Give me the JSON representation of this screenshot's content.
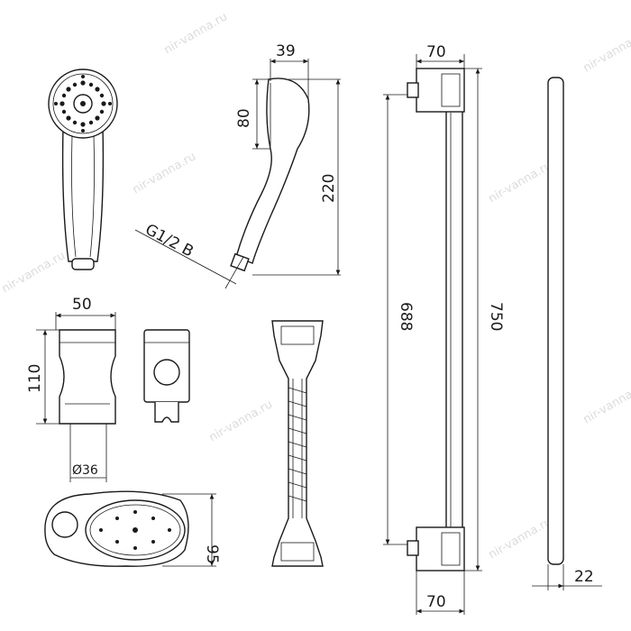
{
  "watermark": "nir-vanna.ru",
  "hand_shower": {
    "width_label": "39",
    "head_label": "80",
    "length_label": "220",
    "thread_label": "G1/2 B"
  },
  "rail": {
    "top_width_label": "70",
    "spacing_label": "688",
    "height_label": "750",
    "bottom_width_label": "70",
    "depth_label": "22"
  },
  "slider": {
    "width_label": "50",
    "height_label": "110",
    "diameter_label": "Ø36"
  },
  "soap_dish": {
    "height_label": "95"
  }
}
